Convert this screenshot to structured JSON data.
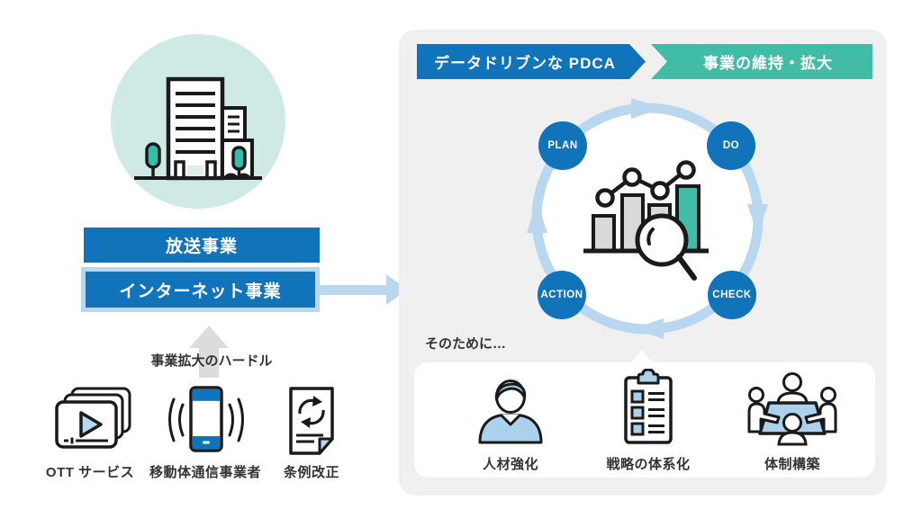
{
  "colors": {
    "brand_blue": "#1173ba",
    "accent_teal": "#42bca6",
    "mint_circle": "#cfe9e4",
    "light_blue": "#b9d7ee",
    "icon_fill_blue": "#abd1ec",
    "panel_gray": "#f0f0f1",
    "text_dark": "#333333"
  },
  "left": {
    "business_boxes": [
      {
        "label": "放送事業"
      },
      {
        "label": "インターネット事業"
      }
    ],
    "hurdle_label": "事業拡大のハードル",
    "hurdle_items": [
      {
        "label": "OTT サービス",
        "icon": "video-stack-icon"
      },
      {
        "label": "移動体通信事業者",
        "icon": "smartphone-signal-icon"
      },
      {
        "label": "条例改正",
        "icon": "document-refresh-icon"
      }
    ]
  },
  "right": {
    "banner_left": "データドリブンな PDCA",
    "banner_right": "事業の維持・拡大",
    "pdca_nodes": [
      {
        "label": "PLAN"
      },
      {
        "label": "DO"
      },
      {
        "label": "CHECK"
      },
      {
        "label": "ACTION"
      }
    ],
    "purpose_intro": "そのために…",
    "purpose_items": [
      {
        "label": "人材強化",
        "icon": "person-icon"
      },
      {
        "label": "戦略の体系化",
        "icon": "clipboard-checklist-icon"
      },
      {
        "label": "体制構築",
        "icon": "meeting-table-icon"
      }
    ]
  }
}
